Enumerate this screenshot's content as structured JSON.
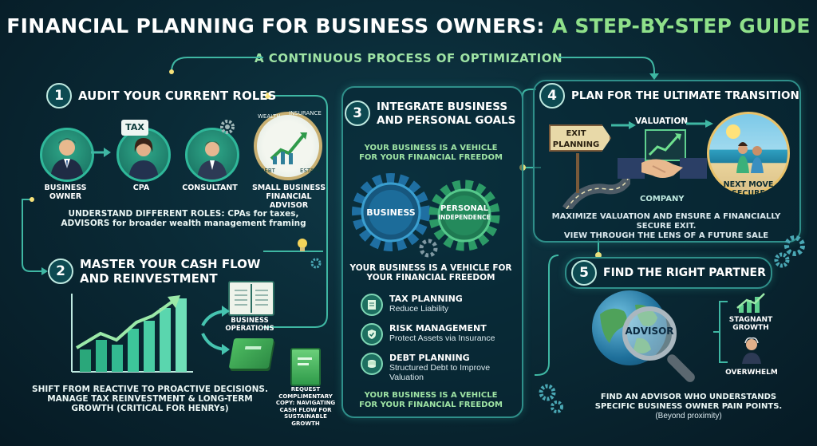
{
  "header": {
    "title_main": "FINANCIAL PLANNING FOR BUSINESS OWNERS:",
    "title_accent": "A STEP-BY-STEP GUIDE",
    "subtitle": "A CONTINUOUS PROCESS OF OPTIMIZATION"
  },
  "step1": {
    "number": "1",
    "title": "AUDIT YOUR CURRENT ROLES",
    "roles": [
      {
        "label": "BUSINESS OWNER",
        "icon": "business-owner-icon"
      },
      {
        "label": "CPA",
        "icon": "cpa-icon",
        "badge": "TAX"
      },
      {
        "label": "CONSULTANT",
        "icon": "consultant-icon"
      },
      {
        "label": "SMALL BUSINESS FINANCIAL ADVISOR",
        "icon": "compass-icon"
      }
    ],
    "compass_ring": [
      "WEALTH",
      "INSURANCE",
      "DEBT",
      "ESTATE"
    ],
    "desc_line1": "UNDERSTAND DIFFERENT ROLES: CPAs for taxes,",
    "desc_line2": "ADVISORS for broader wealth management framing"
  },
  "step2": {
    "number": "2",
    "title_line1": "MASTER YOUR CASH FLOW",
    "title_line2": "AND REINVESTMENT",
    "business_operations": "BUSINESS OPERATIONS",
    "request_copy": "REQUEST COMPLIMENTARY COPY: NAVIGATING CASH FLOW FOR SUSTAINABLE GROWTH",
    "desc_line1": "SHIFT FROM REACTIVE TO PROACTIVE DECISIONS.",
    "desc_line2": "MANAGE TAX REINVESTMENT & LONG-TERM",
    "desc_line3": "GROWTH (CRITICAL FOR HENRYs)"
  },
  "step3": {
    "number": "3",
    "title_line1": "INTEGRATE BUSINESS",
    "title_line2": "AND PERSONAL GOALS",
    "vehicle_top_1": "YOUR BUSINESS IS A VEHICLE",
    "vehicle_top_2": "FOR YOUR FINANCIAL FREEDOM",
    "gear_business": "BUSINESS",
    "gear_personal_1": "PERSONAL",
    "gear_personal_2": "INDEPENDENCE",
    "vehicle_mid_1": "YOUR BUSINESS IS A VEHICLE FOR",
    "vehicle_mid_2": "YOUR FINANCIAL FREEDOM",
    "items": [
      {
        "title": "TAX PLANNING",
        "desc": "Reduce Liability",
        "icon": "tax-document-icon"
      },
      {
        "title": "RISK MANAGEMENT",
        "desc": "Protect Assets via Insurance",
        "icon": "shield-icon"
      },
      {
        "title": "DEBT PLANNING",
        "desc": "Structured Debt to Improve Valuation",
        "icon": "coins-icon"
      }
    ],
    "vehicle_bottom_1": "YOUR BUSINESS IS A VEHICLE",
    "vehicle_bottom_2": "FOR YOUR FINANCIAL FREEDOM"
  },
  "step4": {
    "number": "4",
    "title": "PLAN FOR THE ULTIMATE TRANSITION",
    "exit_sign_1": "EXIT",
    "exit_sign_2": "PLANNING",
    "valuation": "VALUATION",
    "company": "COMPANY",
    "next_move_1": "NEXT MOVE",
    "next_move_2": "SECURE",
    "desc_line1": "MAXIMIZE VALUATION AND ENSURE A FINANCIALLY SECURE EXIT.",
    "desc_line2": "VIEW THROUGH THE LENS OF A FUTURE SALE"
  },
  "step5": {
    "number": "5",
    "title": "FIND THE RIGHT PARTNER",
    "advisor": "ADVISOR",
    "stagnant_1": "STAGNANT",
    "stagnant_2": "GROWTH",
    "overwhelm": "OVERWHELM",
    "desc_line1": "FIND AN ADVISOR WHO UNDERSTANDS",
    "desc_line2": "SPECIFIC BUSINESS OWNER PAIN POINTS.",
    "desc_line3": "(Beyond proximity)"
  },
  "colors": {
    "background": "#0a2a36",
    "panel_border": "#2f8f8a",
    "accent_green": "#9ee3a4",
    "flow_line": "#3fb7a3"
  }
}
